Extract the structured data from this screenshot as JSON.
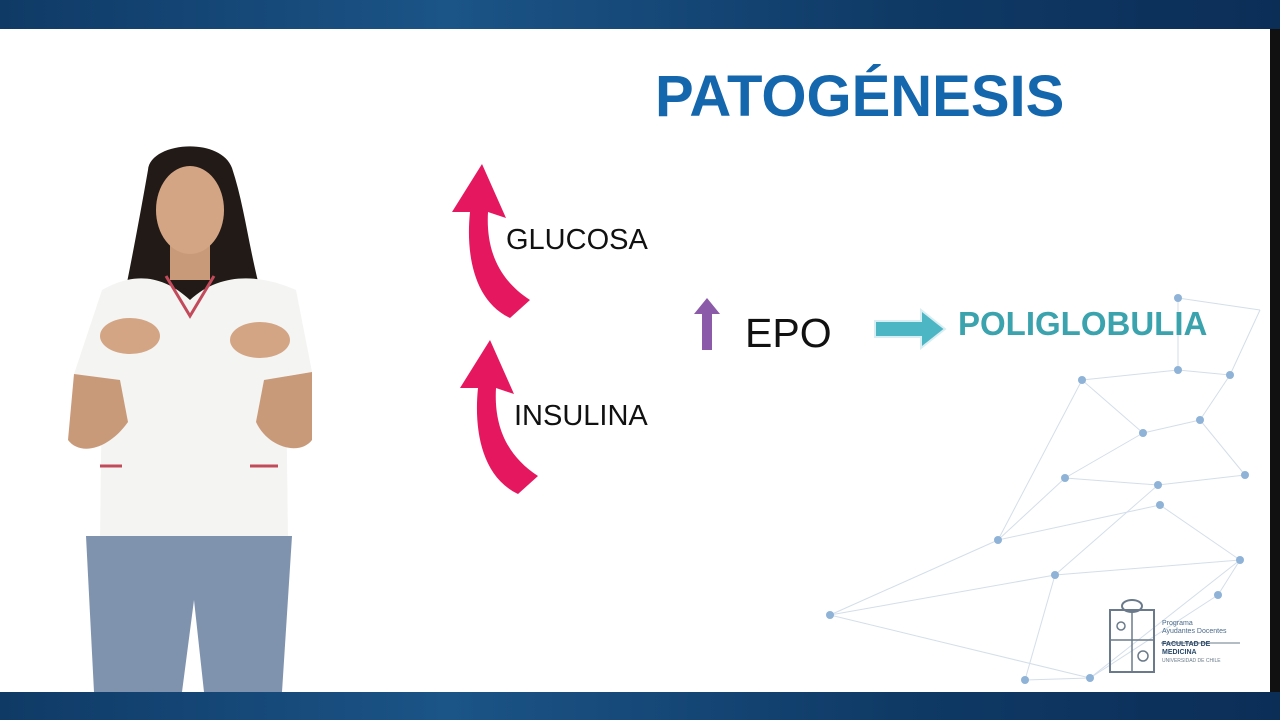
{
  "slide": {
    "title": "PATOGÉNESIS",
    "labels": {
      "glucosa": "GLUCOSA",
      "insulina": "INSULINA",
      "epo": "EPO",
      "poliglobulia": "POLIGLOBULIA"
    },
    "colors": {
      "title": "#1466ad",
      "curved_arrows": "#e5175f",
      "epo_arrow": "#8b5aa8",
      "poliglobulia": "#3aa3ad",
      "bars": "#0f3a66"
    }
  },
  "logo": {
    "line1": "Programa",
    "line2": "Ayudantes Docentes",
    "line3": "FACULTAD DE MEDICINA",
    "line4": "UNIVERSIDAD DE CHILE"
  }
}
